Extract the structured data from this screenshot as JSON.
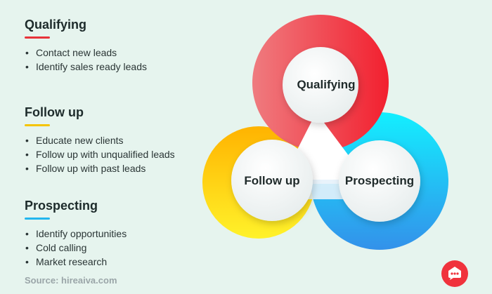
{
  "sections": [
    {
      "title": "Qualifying",
      "accent": "#e8333a",
      "items": [
        "Contact new leads",
        "Identify sales ready leads"
      ]
    },
    {
      "title": "Follow up",
      "accent": "#f5c400",
      "items": [
        "Educate new clients",
        "Follow up with unqualified leads",
        "Follow up with past leads"
      ]
    },
    {
      "title": "Prospecting",
      "accent": "#22b6ee",
      "items": [
        "Identify opportunities",
        "Cold calling",
        "Market research"
      ]
    }
  ],
  "diagram": {
    "top_label": "Qualifying",
    "left_label": "Follow up",
    "right_label": "Prospecting"
  },
  "source": "Source: hireaiva.com",
  "colors": {
    "red": "#f23a46",
    "yellow": "#ffc300",
    "blue": "#27b7f0",
    "background": "#e6f4ee"
  },
  "logo_icon": "chat-bubble-icon"
}
